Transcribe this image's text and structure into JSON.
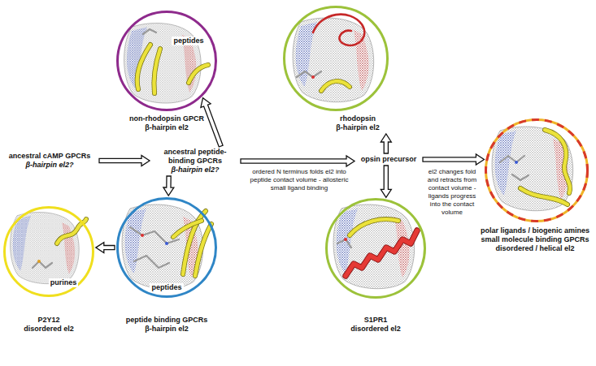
{
  "diagram": {
    "nodes": [
      {
        "text": [
          "ancestral cAMP GPCRs",
          "β-hairpin el2?"
        ]
      },
      {
        "text": [
          "ancestral peptide-binding GPCRs",
          "β-hairpin el2?"
        ]
      },
      {
        "text": [
          "peptides",
          "non-rhodopsin GPCR",
          "β-hairpin el2"
        ]
      },
      {
        "text": [
          "opsin precursor"
        ]
      },
      {
        "text": [
          "rhodopsin",
          "β-hairpin el2"
        ]
      },
      {
        "text": [
          "peptides",
          "peptide binding GPCRs",
          "β-hairpin el2"
        ]
      },
      {
        "text": [
          "purines",
          "P2Y12",
          "disordered el2"
        ]
      },
      {
        "text": [
          "S1PR1",
          "disordered el2"
        ]
      },
      {
        "text": [
          "polar ligands / biogenic amines",
          "small molecule binding GPCRs",
          "disordered / helical el2"
        ]
      }
    ],
    "edges": [
      {
        "from": 0,
        "to": 1,
        "arrow": "to"
      },
      {
        "from": 1,
        "to": 2,
        "arrow": "to"
      },
      {
        "from": 1,
        "to": 5,
        "arrow": "to"
      },
      {
        "from": 5,
        "to": 6,
        "arrow": "to"
      },
      {
        "from": 1,
        "to": 3,
        "label": "ordered N terminus folds el2 into peptide contact volume - allosteric small ligand binding",
        "arrow": "to"
      },
      {
        "from": 3,
        "to": 4,
        "arrow": "to"
      },
      {
        "from": 3,
        "to": 7,
        "arrow": "to"
      },
      {
        "from": 3,
        "to": 8,
        "label": "el2 changes fold and retracts from contact volume - ligands progress into the contact volume",
        "arrow": "to"
      }
    ]
  }
}
